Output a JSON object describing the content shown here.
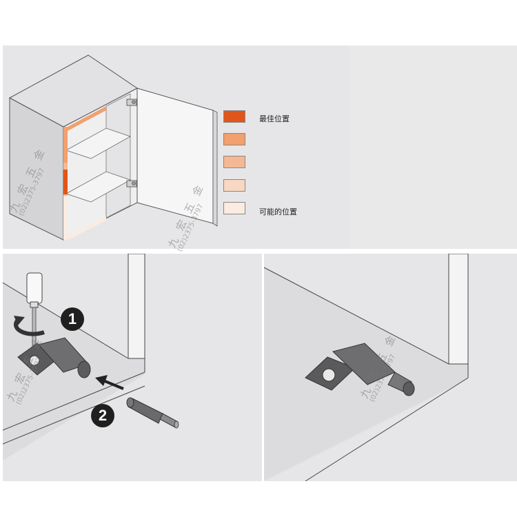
{
  "legend": {
    "items": [
      {
        "color": "#e0561a",
        "label": "最佳位置"
      },
      {
        "color": "#f1a06e",
        "label": ""
      },
      {
        "color": "#f4b994",
        "label": ""
      },
      {
        "color": "#f8d8c3",
        "label": ""
      },
      {
        "color": "#fbebe0",
        "label": "可能的位置"
      }
    ]
  },
  "steps": {
    "step1": "1",
    "step2": "2"
  },
  "watermark": {
    "name": "九 宏 五 金",
    "phone": "(02)2375-3797"
  }
}
